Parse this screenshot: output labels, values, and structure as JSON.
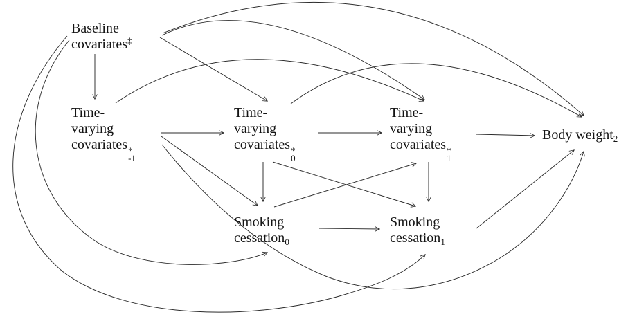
{
  "diagram": {
    "type": "causal-dag",
    "line_color": "#2b2b2b",
    "background_color": "#ffffff",
    "nodes": {
      "baseline": {
        "line1": "Baseline",
        "line2": "covariates",
        "sup": "‡"
      },
      "tvc_m1": {
        "line1": "Time-",
        "line2": "varying",
        "line3": "covariates",
        "sup": "*",
        "sub": "-1"
      },
      "tvc_0": {
        "line1": "Time-",
        "line2": "varying",
        "line3": "covariates",
        "sup": "*",
        "sub": "0"
      },
      "tvc_1": {
        "line1": "Time-",
        "line2": "varying",
        "line3": "covariates",
        "sup": "*",
        "sub": "1"
      },
      "smoking_0": {
        "line1": "Smoking",
        "line2": "cessation",
        "sub": "0"
      },
      "smoking_1": {
        "line1": "Smoking",
        "line2": "cessation",
        "sub": "1"
      },
      "bodyweight": {
        "line1": "Body weight",
        "sub": "2"
      }
    },
    "edges": [
      {
        "from": "baseline",
        "to": "tvc_m1",
        "shape": "straight-vertical"
      },
      {
        "from": "baseline",
        "to": "tvc_0",
        "shape": "straight-diagonal"
      },
      {
        "from": "baseline",
        "to": "tvc_1",
        "shape": "arc-over-top"
      },
      {
        "from": "baseline",
        "to": "bodyweight",
        "shape": "arc-over-top"
      },
      {
        "from": "baseline",
        "to": "smoking_0",
        "shape": "curve-around-left"
      },
      {
        "from": "baseline",
        "to": "smoking_1",
        "shape": "curve-around-left-bottom"
      },
      {
        "from": "tvc_m1",
        "to": "tvc_0",
        "shape": "straight-horizontal"
      },
      {
        "from": "tvc_m1",
        "to": "tvc_1",
        "shape": "arc-over-top"
      },
      {
        "from": "tvc_m1",
        "to": "smoking_0",
        "shape": "straight-diagonal"
      },
      {
        "from": "tvc_m1",
        "to": "bodyweight",
        "shape": "curve-under-bottom"
      },
      {
        "from": "tvc_0",
        "to": "tvc_1",
        "shape": "straight-horizontal"
      },
      {
        "from": "tvc_0",
        "to": "smoking_0",
        "shape": "straight-vertical"
      },
      {
        "from": "tvc_0",
        "to": "smoking_1",
        "shape": "straight-diagonal-cross"
      },
      {
        "from": "tvc_0",
        "to": "bodyweight",
        "shape": "arc-over-top"
      },
      {
        "from": "smoking_0",
        "to": "tvc_1",
        "shape": "straight-diagonal-cross"
      },
      {
        "from": "smoking_0",
        "to": "smoking_1",
        "shape": "straight-horizontal"
      },
      {
        "from": "tvc_1",
        "to": "smoking_1",
        "shape": "straight-vertical"
      },
      {
        "from": "tvc_1",
        "to": "bodyweight",
        "shape": "straight-horizontal"
      },
      {
        "from": "smoking_1",
        "to": "bodyweight",
        "shape": "straight-diagonal"
      }
    ]
  }
}
